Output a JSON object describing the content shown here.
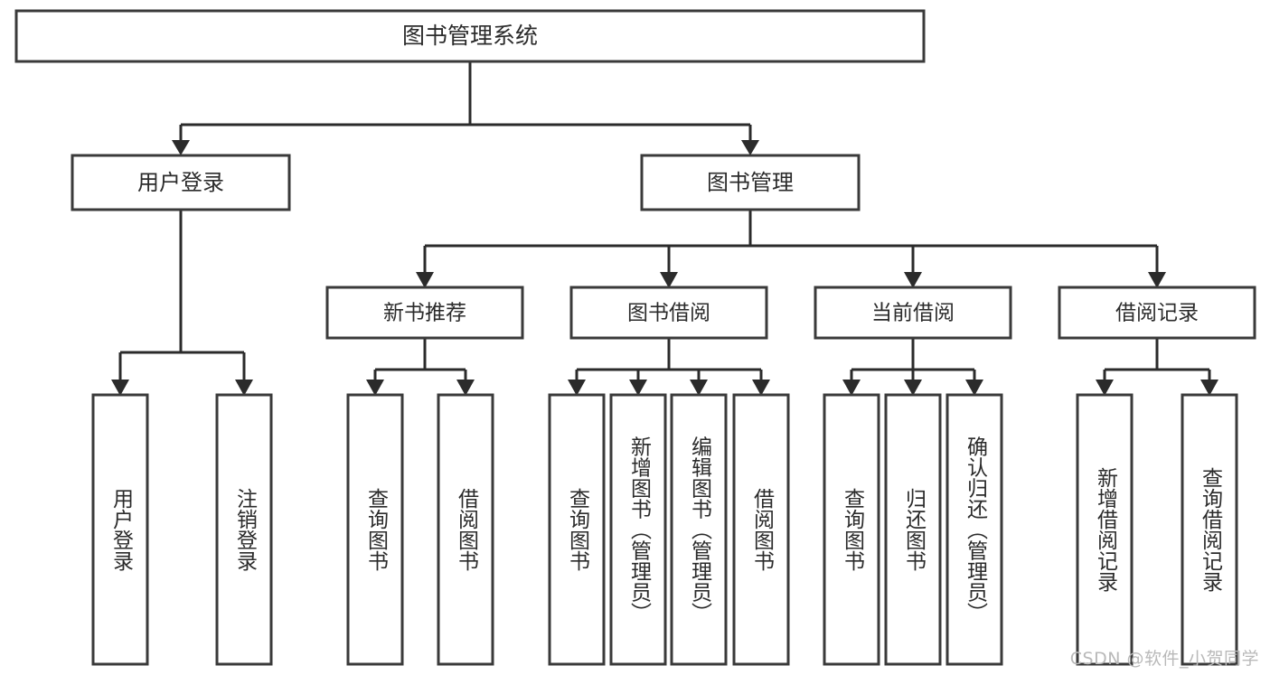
{
  "diagram": {
    "title": "图书管理系统",
    "type": "hierarchy-tree",
    "orientation": "top-down",
    "colors": {
      "box_stroke": "#3a3a3a",
      "box_fill": "#ffffff",
      "connector": "#2b2b2b",
      "text": "#2b2b2b",
      "background": "#ffffff",
      "watermark": "#b9b9b9"
    },
    "root": {
      "id": "root",
      "label": "图书管理系统",
      "level": 0
    },
    "level1": [
      {
        "id": "user-login",
        "label": "用户登录",
        "level": 1
      },
      {
        "id": "book-management",
        "label": "图书管理",
        "level": 1
      }
    ],
    "level2": [
      {
        "id": "new-book-recommend",
        "label": "新书推荐",
        "level": 2,
        "parent": "book-management"
      },
      {
        "id": "book-borrow",
        "label": "图书借阅",
        "level": 2,
        "parent": "book-management"
      },
      {
        "id": "current-borrow",
        "label": "当前借阅",
        "level": 2,
        "parent": "book-management"
      },
      {
        "id": "borrow-record",
        "label": "借阅记录",
        "level": 2,
        "parent": "book-management"
      }
    ],
    "leaves": [
      {
        "id": "leaf-user-login",
        "label": "用户登录",
        "parent": "user-login"
      },
      {
        "id": "leaf-logout-login",
        "label": "注销登录",
        "parent": "user-login"
      },
      {
        "id": "leaf-query-book-rec",
        "label": "查询图书",
        "parent": "new-book-recommend"
      },
      {
        "id": "leaf-borrow-book-rec",
        "label": "借阅图书",
        "parent": "new-book-recommend"
      },
      {
        "id": "leaf-query-book-borrow",
        "label": "查询图书",
        "parent": "book-borrow"
      },
      {
        "id": "leaf-add-book",
        "label": "新增图书（管理员）",
        "parent": "book-borrow"
      },
      {
        "id": "leaf-edit-book",
        "label": "编辑图书（管理员）",
        "parent": "book-borrow"
      },
      {
        "id": "leaf-borrow-book",
        "label": "借阅图书",
        "parent": "book-borrow"
      },
      {
        "id": "leaf-query-book-cur",
        "label": "查询图书",
        "parent": "current-borrow"
      },
      {
        "id": "leaf-return-book",
        "label": "归还图书",
        "parent": "current-borrow"
      },
      {
        "id": "leaf-confirm-return",
        "label": "确认归还（管理员）",
        "parent": "current-borrow"
      },
      {
        "id": "leaf-add-record",
        "label": "新增借阅记录",
        "parent": "borrow-record"
      },
      {
        "id": "leaf-query-record",
        "label": "查询借阅记录",
        "parent": "borrow-record"
      }
    ]
  },
  "watermark": {
    "text": "CSDN @软件_小贺同学"
  }
}
